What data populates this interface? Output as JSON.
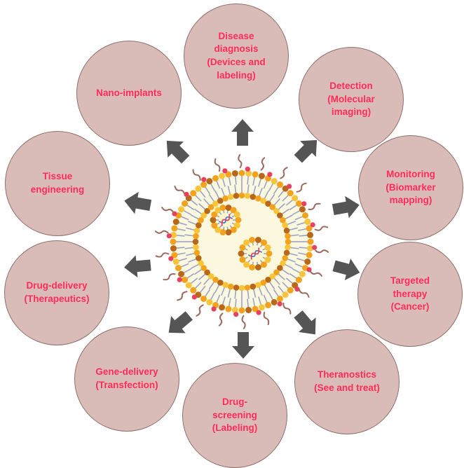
{
  "colors": {
    "circle_fill": "#d9bcb7",
    "circle_border": "#8f6f6c",
    "label_text": "#ff2b5a",
    "arrow": "#555555",
    "nanoparticle_core": "#fcf8df",
    "lipid_head_orange": "#f2a21c",
    "lipid_head_yellow": "#f7c43a",
    "lipid_head_pink": "#e8405e",
    "lipid_head_brown": "#b86818",
    "lipid_tail": "#9aa3c8",
    "peg_chain": "#9a6b5e",
    "dna": "#3b7fd0"
  },
  "center": {
    "name": "lipid nanoparticle",
    "icon": "lipid-nanoparticle-icon"
  },
  "applications": [
    {
      "id": "disease-diagnosis",
      "lines": [
        "Disease",
        "diagnosis",
        "(Devices and",
        "labeling)"
      ]
    },
    {
      "id": "detection",
      "lines": [
        "Detection",
        "(Molecular",
        "imaging)"
      ]
    },
    {
      "id": "monitoring",
      "lines": [
        "Monitoring",
        "(Biomarker",
        "mapping)"
      ]
    },
    {
      "id": "targeted-therapy",
      "lines": [
        "Targeted",
        "therapy",
        "(Cancer)"
      ]
    },
    {
      "id": "theranostics",
      "lines": [
        "Theranostics",
        "(See and treat)"
      ]
    },
    {
      "id": "drug-screening",
      "lines": [
        "Drug-",
        "screening",
        "(Labeling)"
      ]
    },
    {
      "id": "gene-delivery",
      "lines": [
        "Gene-delivery",
        "(Transfection)"
      ]
    },
    {
      "id": "drug-delivery",
      "lines": [
        "Drug-delivery",
        "(Therapeutics)"
      ]
    },
    {
      "id": "tissue-engineering",
      "lines": [
        "Tissue",
        "engineering"
      ]
    },
    {
      "id": "nano-implants",
      "lines": [
        "Nano-implants"
      ]
    }
  ]
}
